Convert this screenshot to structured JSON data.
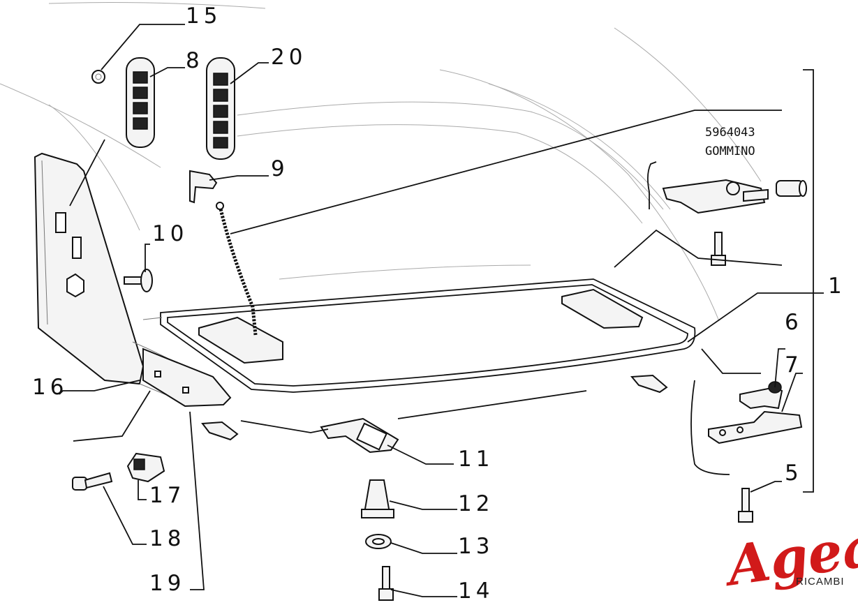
{
  "callouts": [
    {
      "id": "c15",
      "label": "15"
    },
    {
      "id": "c8",
      "label": "8"
    },
    {
      "id": "c20",
      "label": "20"
    },
    {
      "id": "c9",
      "label": "9"
    },
    {
      "id": "c10",
      "label": "10"
    },
    {
      "id": "c1",
      "label": "1"
    },
    {
      "id": "c16",
      "label": "16"
    },
    {
      "id": "c6",
      "label": "6"
    },
    {
      "id": "c7",
      "label": "7"
    },
    {
      "id": "c11",
      "label": "11"
    },
    {
      "id": "c17",
      "label": "17"
    },
    {
      "id": "c12",
      "label": "12"
    },
    {
      "id": "c5",
      "label": "5"
    },
    {
      "id": "c18",
      "label": "18"
    },
    {
      "id": "c13",
      "label": "13"
    },
    {
      "id": "c19",
      "label": "19"
    },
    {
      "id": "c14",
      "label": "14"
    }
  ],
  "note": {
    "part_number": "5964043",
    "part_name": "GOMMINO"
  },
  "logo": {
    "brand": "Agea",
    "sub": "RICAMBI",
    "color": "#d11a1a"
  },
  "icons": [
    "bolt-icon",
    "clip-icon",
    "grommet-icon",
    "washer-icon",
    "bumper-icon"
  ]
}
